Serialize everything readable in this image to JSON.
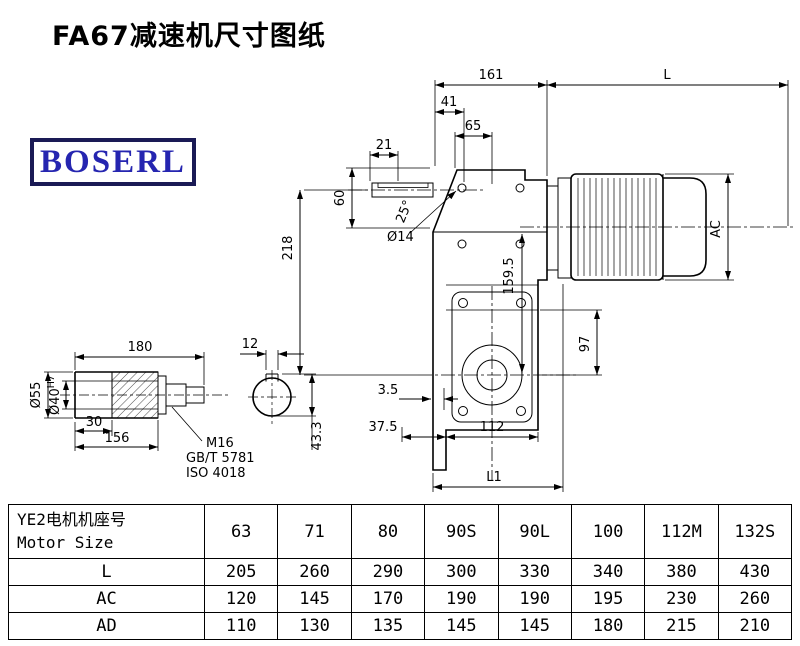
{
  "page": {
    "title": "FA67减速机尺寸图纸"
  },
  "logo": {
    "text": "BOSERL"
  },
  "drawing": {
    "main": {
      "top_width": "161",
      "motor_length": "L",
      "d41": "41",
      "d65": "65",
      "d21": "21",
      "d60": "60",
      "d218": "218",
      "hole_dia": "Ø14",
      "angle": "25°",
      "motor_dia": "AC",
      "d159_5": "159.5",
      "d97": "97",
      "d3_5": "3.5",
      "d37_5": "37.5",
      "d112": "112",
      "overall": "L1"
    },
    "shaft": {
      "d180": "180",
      "od": "Ø55",
      "bore": "Ø40",
      "bore_tol": "H7",
      "d30": "30",
      "d156": "156",
      "bolt": "M16",
      "bolt_std1": "GB/T 5781",
      "bolt_std2": "ISO 4018",
      "key_width": "12",
      "key_height": "43.3"
    }
  },
  "table": {
    "header_label_line1": "YE2电机机座号",
    "header_label_line2": "Motor Size",
    "sizes": [
      "63",
      "71",
      "80",
      "90S",
      "90L",
      "100",
      "112M",
      "132S"
    ],
    "rows": [
      {
        "label": "L",
        "values": [
          "205",
          "260",
          "290",
          "300",
          "330",
          "340",
          "380",
          "430"
        ]
      },
      {
        "label": "AC",
        "values": [
          "120",
          "145",
          "170",
          "190",
          "190",
          "195",
          "230",
          "260"
        ]
      },
      {
        "label": "AD",
        "values": [
          "110",
          "130",
          "135",
          "145",
          "145",
          "180",
          "215",
          "210"
        ]
      }
    ]
  }
}
